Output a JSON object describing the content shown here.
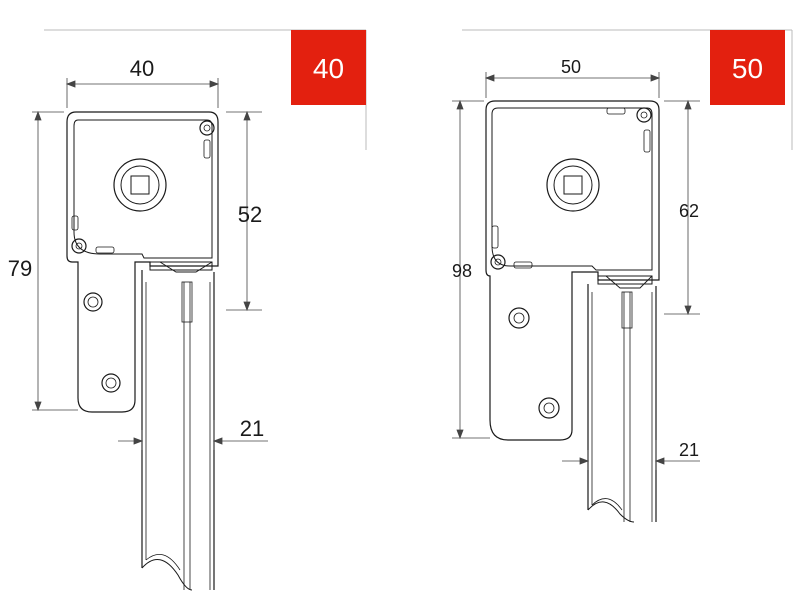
{
  "badges": {
    "left": {
      "label": "40",
      "color": "#e3200f"
    },
    "right": {
      "label": "50",
      "color": "#e3200f"
    }
  },
  "left_profile": {
    "width": "40",
    "box_height": "52",
    "total_height": "79",
    "slat_width": "21"
  },
  "right_profile": {
    "width": "50",
    "box_height": "62",
    "total_height": "98",
    "slat_width": "21"
  },
  "colors": {
    "line": "#1a1a1a",
    "dim_line": "#444444",
    "frame_line": "#bbbbbb"
  }
}
